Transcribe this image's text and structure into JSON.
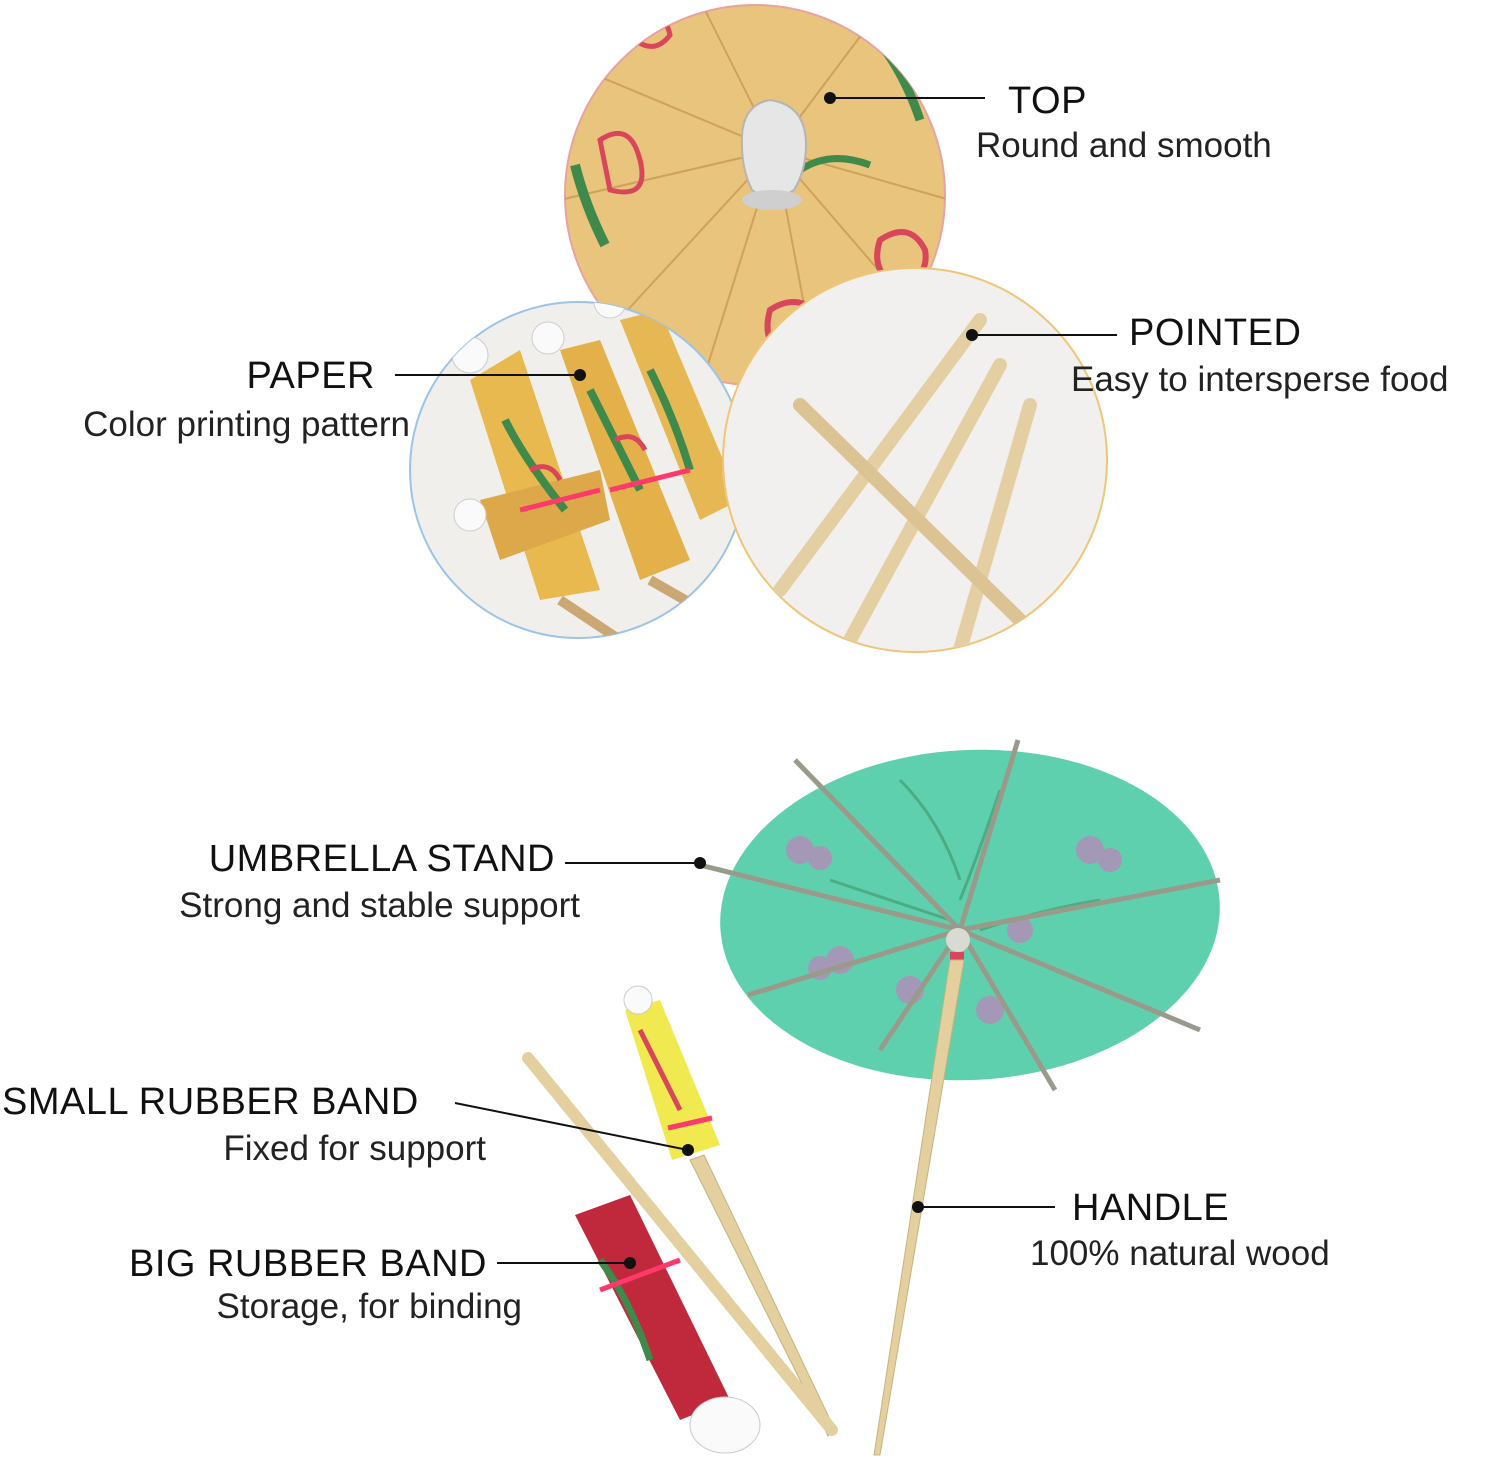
{
  "callouts": {
    "top": {
      "title": "TOP",
      "desc": "Round and smooth"
    },
    "paper": {
      "title": "PAPER",
      "desc": "Color printing pattern"
    },
    "pointed": {
      "title": "POINTED",
      "desc": "Easy to intersperse food"
    },
    "umbrella_stand": {
      "title": "UMBRELLA STAND",
      "desc": "Strong and stable support"
    },
    "small_rubber_band": {
      "title": "SMALL RUBBER BAND",
      "desc": "Fixed for support"
    },
    "big_rubber_band": {
      "title": "BIG RUBBER BAND",
      "desc": "Storage, for binding"
    },
    "handle": {
      "title": "HANDLE",
      "desc": "100% natural wood"
    }
  },
  "colors": {
    "paper_yellow": "#e8c47a",
    "print_red": "#d9455a",
    "print_green": "#3f8a4a",
    "umbrella_teal": "#5fd0ad",
    "wood": "#e4cf9f",
    "closed_red": "#c0283c"
  }
}
